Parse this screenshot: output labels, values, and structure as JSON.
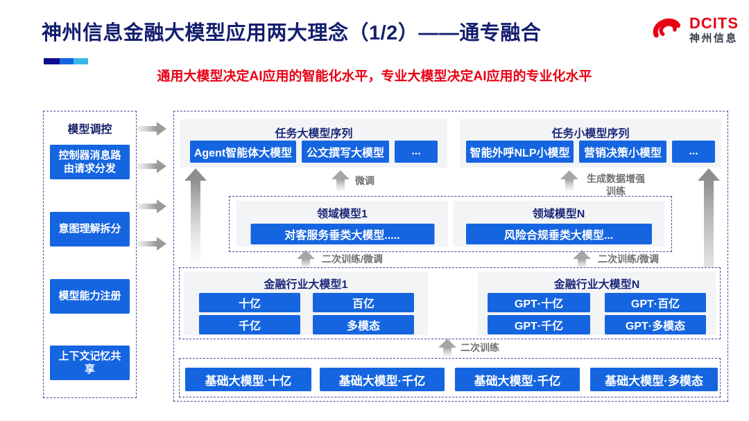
{
  "slide": {
    "title": "神州信息金融大模型应用两大理念（1/2）——通专融合",
    "subtitle": "通用大模型决定AI应用的智能化水平，专业大模型决定AI应用的专业化水平"
  },
  "logo": {
    "name": "DCITS",
    "name_cn": "神州信息"
  },
  "colors": {
    "accent_blue": "#1565e0",
    "navy": "#131e6e",
    "red": "#e60012",
    "bar_navy": "#0c0e8e",
    "bar_blue": "#1565e0",
    "bar_cyan": "#38b8e9",
    "panel_gray": "#f3f4f6"
  },
  "sidebar": {
    "title": "模型调控",
    "items": [
      "控制器消息路由请求分发",
      "意图理解拆分",
      "模型能力注册",
      "上下文记忆共享"
    ]
  },
  "diagram": {
    "task_large": {
      "title": "任务大模型序列",
      "boxes": [
        "Agent智能体大模型",
        "公文撰写大模型",
        "..."
      ]
    },
    "task_small": {
      "title": "任务小模型序列",
      "boxes": [
        "智能外呼NLP小模型",
        "营销决策小模型",
        "..."
      ]
    },
    "domain1": {
      "title": "领域模型1",
      "box": "对客服务垂类大模型....."
    },
    "domainN": {
      "title": "领域模型N",
      "box": "风险合规垂类大模型..."
    },
    "industry1": {
      "title": "金融行业大模型1",
      "boxes": [
        "十亿",
        "百亿",
        "千亿",
        "多模态"
      ]
    },
    "industryN": {
      "title": "金融行业大模型N",
      "boxes": [
        "GPT·十亿",
        "GPT·百亿",
        "GPT·千亿",
        "GPT·多模态"
      ]
    },
    "base_models": [
      "基础大模型·十亿",
      "基础大模型·千亿",
      "基础大模型·千亿",
      "基础大模型·多模态"
    ],
    "labels": {
      "finetune": "微调",
      "gen_data_train": "生成数据增强训练",
      "retrain_finetune_left": "二次训练/微调",
      "retrain_finetune_right": "二次训练/微调",
      "retrain": "二次训练"
    }
  }
}
